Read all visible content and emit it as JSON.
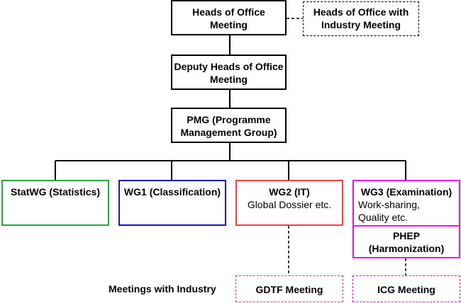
{
  "nodes": {
    "heads": "Heads of Office Meeting",
    "heads_industry": "Heads of Office with Industry Meeting",
    "deputy": "Deputy Heads of Office Meeting",
    "pmg": "PMG (Programme Management Group)",
    "statwg": "StatWG (Statistics)",
    "wg1": "WG1 (Classification)",
    "wg2": {
      "title": "WG2 (IT)",
      "sub": "Global Dossier etc."
    },
    "wg3": {
      "title": "WG3 (Examination)",
      "sub": "Work-sharing, Quality etc."
    },
    "phep": "PHEP (Harmonization)",
    "gdtf": "GDTF Meeting",
    "icg": "ICG Meeting"
  },
  "labels": {
    "meetings_with_industry": "Meetings with Industry"
  },
  "colors": {
    "statwg": "#22aa44",
    "wg1": "#1a1acc",
    "wg2": "#ee4444",
    "wg3": "#ee11ee"
  }
}
